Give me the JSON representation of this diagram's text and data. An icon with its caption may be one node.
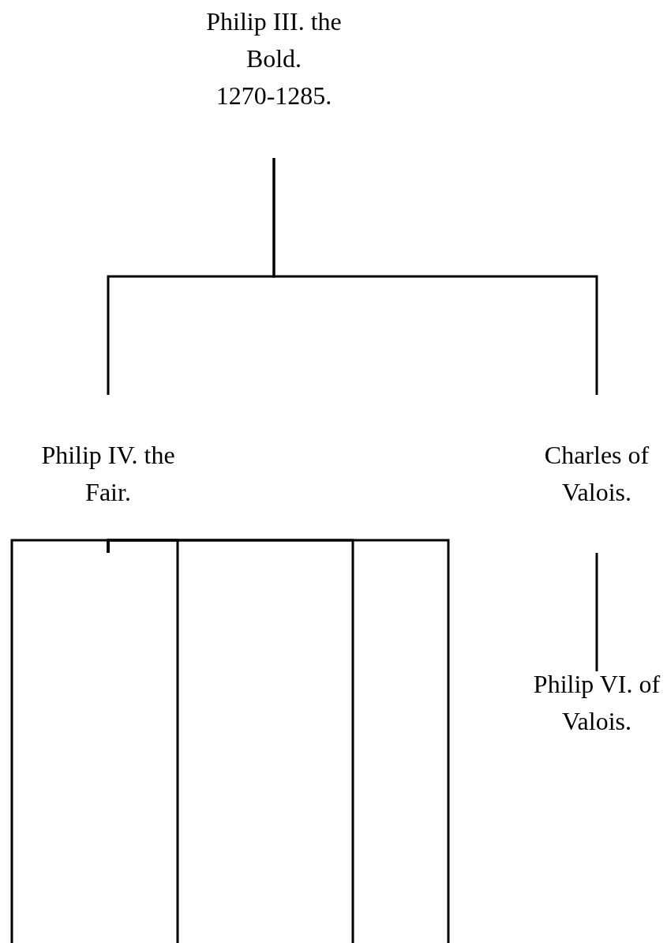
{
  "diagram": {
    "nodes": [
      {
        "text": [
          "Philip III. the Bold.",
          "1270-1285."
        ]
      },
      {
        "text": [
          "Philip IV. the Fair."
        ]
      },
      {
        "text": [
          "Charles of Valois."
        ]
      },
      {
        "text": [
          "Philip VI. of Valois."
        ]
      }
    ],
    "edges": [
      {
        "from": 0,
        "to": 1,
        "arrow": "none"
      },
      {
        "from": 0,
        "to": 2,
        "arrow": "none"
      },
      {
        "from": 2,
        "to": 3,
        "arrow": "none"
      },
      {
        "from": 1,
        "to": null,
        "arrow": "none"
      },
      {
        "from": 1,
        "to": null,
        "arrow": "none"
      },
      {
        "from": 1,
        "to": null,
        "arrow": "none"
      },
      {
        "from": 1,
        "to": null,
        "arrow": "none"
      }
    ]
  }
}
